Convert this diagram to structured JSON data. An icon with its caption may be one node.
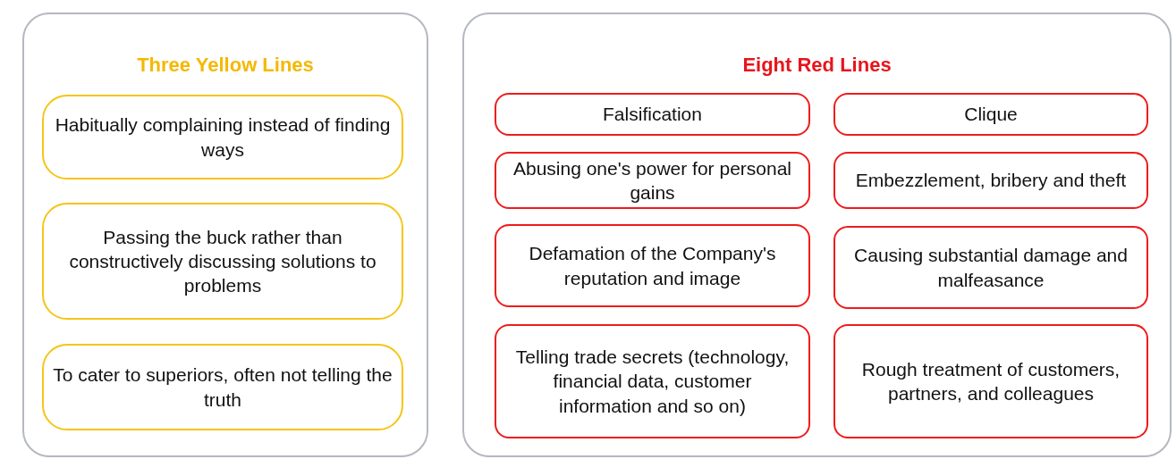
{
  "diagram": {
    "nodes": [
      {
        "text": [
          "Three Yellow Lines"
        ]
      },
      {
        "text": [
          "Habitually complaining instead of finding ways"
        ],
        "in": 0
      },
      {
        "text": [
          "Passing the buck rather than constructively discussing solutions to problems"
        ],
        "in": 0
      },
      {
        "text": [
          "To cater to superiors, often not telling the truth"
        ],
        "in": 0
      },
      {
        "text": [
          "Eight Red Lines"
        ]
      },
      {
        "text": [
          "Falsification"
        ],
        "in": 4
      },
      {
        "text": [
          "Clique"
        ],
        "in": 4
      },
      {
        "text": [
          "Abusing one's power for personal gains"
        ],
        "in": 4
      },
      {
        "text": [
          "Embezzlement, bribery and theft"
        ],
        "in": 4
      },
      {
        "text": [
          "Defamation of the Company's reputation and image"
        ],
        "in": 4
      },
      {
        "text": [
          "Causing substantial damage and malfeasance"
        ],
        "in": 4
      },
      {
        "text": [
          "Telling trade secrets (technology, financial data, customer information and so on)"
        ],
        "in": 4
      },
      {
        "text": [
          "Rough treatment of customers, partners, and colleagues"
        ],
        "in": 4
      }
    ]
  }
}
